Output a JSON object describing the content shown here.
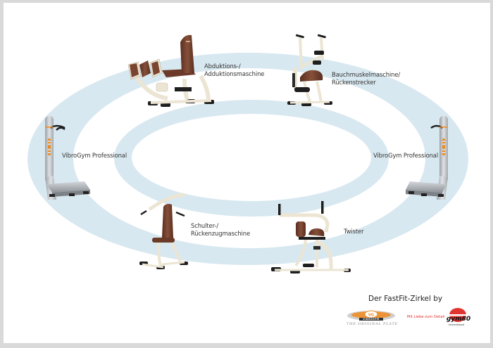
{
  "title": "Der FastFit-Zirkel by",
  "colors": {
    "ring": "#d8e8f0",
    "frame": "#d9d9d9",
    "upholstery": "#6b3a28",
    "frame_metal": "#ece5d3",
    "vibro_silver": "#b7bcc2",
    "vibro_orange": "#f08a1c",
    "gym80_red": "#e0342f"
  },
  "stations": [
    {
      "id": "abduktion",
      "label_line1": "Abduktions-/",
      "label_line2": "Adduktionsmaschine",
      "icon": "abduction-machine-icon"
    },
    {
      "id": "bauchmuskel",
      "label_line1": "Bauchmuskelmaschine/",
      "label_line2": "Rückenstrecker",
      "icon": "abdominal-machine-icon"
    },
    {
      "id": "vibrogym-right",
      "label_line1": "VibroGym Professional",
      "icon": "vibration-plate-icon"
    },
    {
      "id": "twister",
      "label_line1": "Twister",
      "icon": "twister-machine-icon"
    },
    {
      "id": "schulter",
      "label_line1": "Schulter-/",
      "label_line2": "Rückenzugmaschine",
      "icon": "shoulder-press-machine-icon"
    },
    {
      "id": "vibrogym-left",
      "label_line1": "VibroGym Professional",
      "icon": "vibration-plate-icon"
    }
  ],
  "footer": {
    "vibrogym_logo": {
      "text": "VIBROGYM",
      "badge": "VG",
      "subtitle": "THE ORIGINAL PLATE"
    },
    "tagline": "Mit Liebe zum Detail",
    "gym80_logo": {
      "text": "gym80",
      "subtitle": "International"
    }
  }
}
